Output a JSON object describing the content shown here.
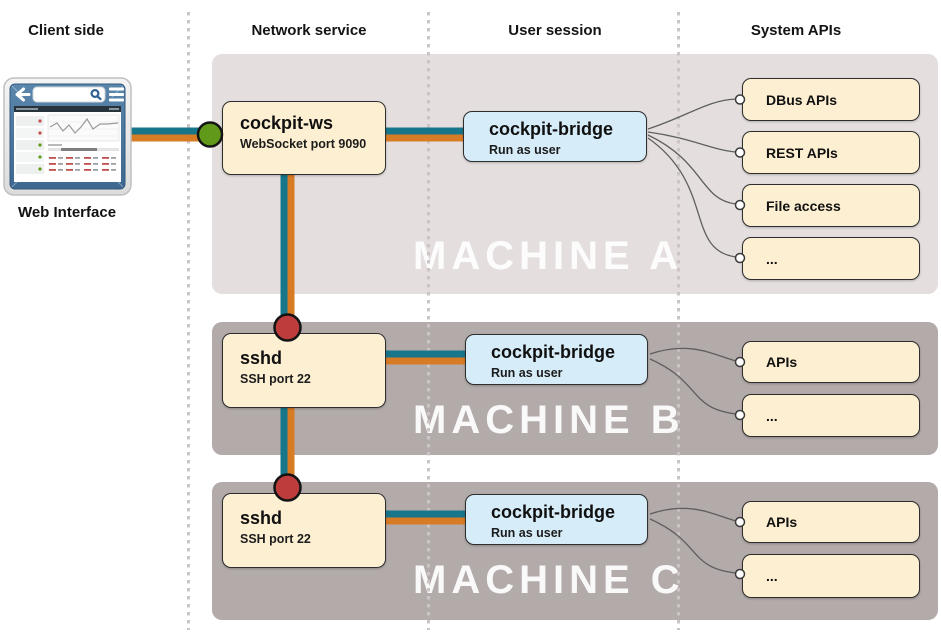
{
  "colors": {
    "teal": "#17768a",
    "orange": "#d87b25",
    "green-node": "#619a1b",
    "red-node": "#bf3c3c",
    "machine-a-bg": "#e4dfde",
    "machine-bc-bg": "#b3aaaa",
    "service-box-bg": "#fdf0d2",
    "session-box-bg": "#d6ecf9",
    "box-border": "#2e2e2e",
    "machine-label": "#ffffff",
    "divider": "#cbc5c5",
    "curve": "#5f5f5f"
  },
  "columns": {
    "client": "Client side",
    "network": "Network service",
    "session": "User session",
    "apis": "System APIs"
  },
  "client": {
    "label": "Web Interface"
  },
  "machines": [
    {
      "name": "MACHINE A",
      "service": {
        "title": "cockpit-ws",
        "subtitle": "WebSocket port 9090"
      },
      "session": {
        "title": "cockpit-bridge",
        "subtitle": "Run as user"
      },
      "apis": [
        "DBus APIs",
        "REST APIs",
        "File access",
        "..."
      ]
    },
    {
      "name": "MACHINE B",
      "service": {
        "title": "sshd",
        "subtitle": "SSH port 22"
      },
      "session": {
        "title": "cockpit-bridge",
        "subtitle": "Run as user"
      },
      "apis": [
        "APIs",
        "..."
      ]
    },
    {
      "name": "MACHINE C",
      "service": {
        "title": "sshd",
        "subtitle": "SSH port 22"
      },
      "session": {
        "title": "cockpit-bridge",
        "subtitle": "Run as user"
      },
      "apis": [
        "APIs",
        "..."
      ]
    }
  ]
}
